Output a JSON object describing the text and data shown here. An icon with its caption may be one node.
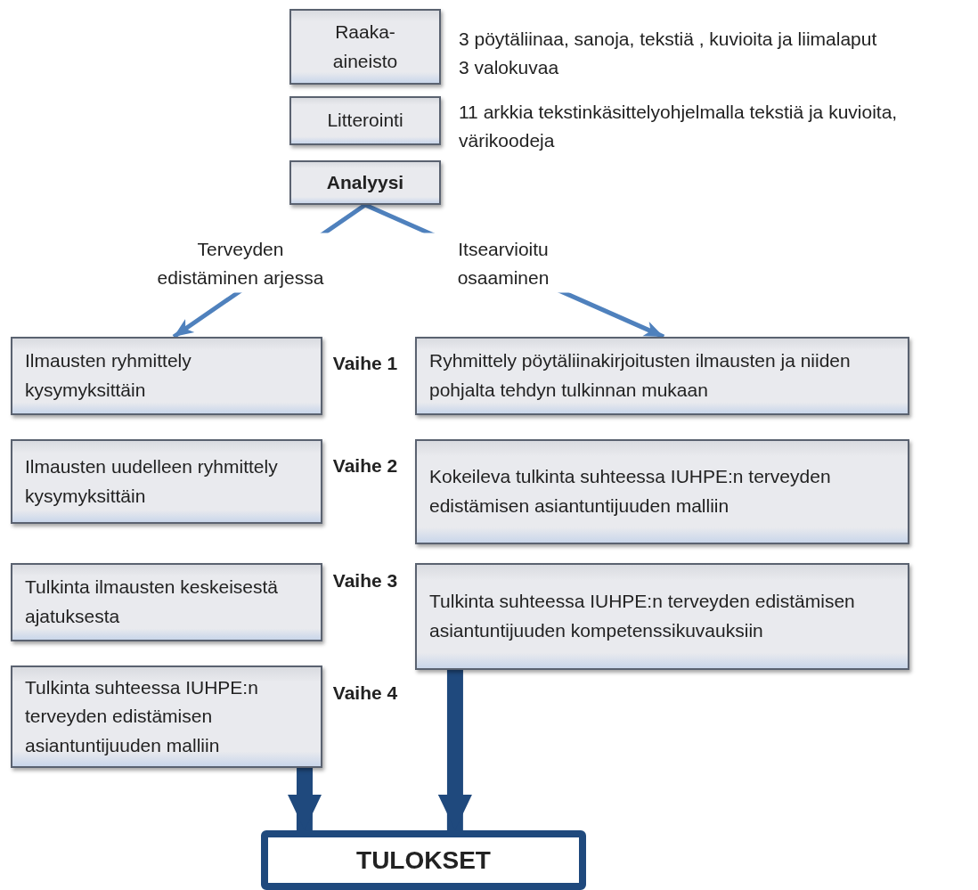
{
  "diagram": {
    "nodes": [
      {
        "text": [
          "Raaka-aineisto"
        ],
        "beside": [
          "3 pöytäliinaa,  sanoja, tekstiä , kuvioita ja liimalaput",
          "3 valokuvaa"
        ]
      },
      {
        "text": [
          "Litterointi"
        ],
        "beside": [
          "11 arkkia tekstinkäsittelyohjelmalla tekstiä ja kuvioita, värikoodeja"
        ]
      },
      {
        "text": [
          "Analyysi"
        ]
      },
      {
        "text": [
          "Ilmausten ryhmittely kysymyksittäin"
        ]
      },
      {
        "text": [
          "Ryhmittely pöytäliinakirjoitusten ilmausten ja niiden pohjalta tehdyn tulkinnan mukaan"
        ]
      },
      {
        "text": [
          "Ilmausten uudelleen ryhmittely kysymyksittäin"
        ]
      },
      {
        "text": [
          "Kokeileva  tulkinta suhteessa IUHPE:n terveyden edistämisen asiantuntijuuden malliin"
        ]
      },
      {
        "text": [
          "Tulkinta ilmausten keskeisestä ajatuksesta"
        ]
      },
      {
        "text": [
          "Tulkinta suhteessa IUHPE:n terveyden edistämisen asiantuntijuuden kompetenssikuvauksiin"
        ]
      },
      {
        "text": [
          "Tulkinta suhteessa IUHPE:n terveyden edistämisen asiantuntijuuden malliin"
        ]
      },
      {
        "text": [
          "TULOKSET"
        ]
      }
    ],
    "edges": [
      {
        "from": 2,
        "to": 3,
        "arrow": "to",
        "label": "Terveyden edistäminen arjessa"
      },
      {
        "from": 2,
        "to": 4,
        "arrow": "to",
        "label": "Itsearvioitu osaaminen"
      },
      {
        "from": 9,
        "to": 10,
        "arrow": "to",
        "style": "thick",
        "color": "#1f497d"
      },
      {
        "from": 8,
        "to": 10,
        "arrow": "to",
        "style": "thick",
        "color": "#1f497d"
      }
    ],
    "labels": [
      "Vaihe 1",
      "Vaihe 2",
      "Vaihe 3",
      "Vaihe 4"
    ]
  }
}
